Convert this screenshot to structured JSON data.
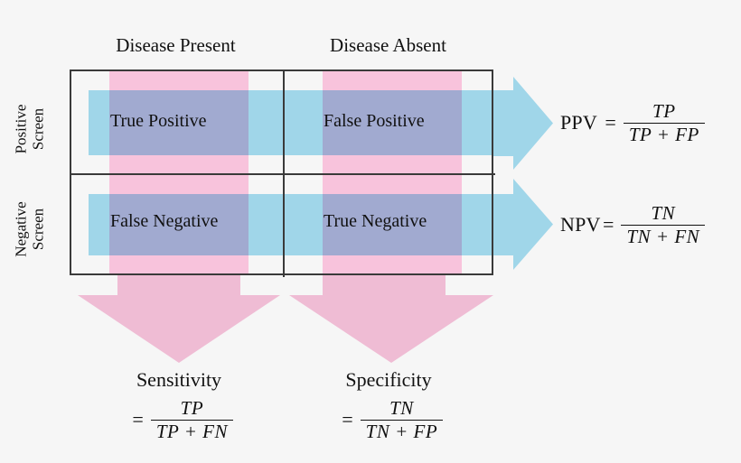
{
  "diagram": {
    "title": "Screening test 2x2 confusion matrix with derived metrics",
    "colors": {
      "background": "#f6f6f6",
      "pink": "#f8c3dc",
      "blue": "#a6def2",
      "overlap": "#a1b3df",
      "grid": "#3a3a3a",
      "text": "#111111"
    }
  },
  "column_headers": [
    {
      "label": "Disease Present"
    },
    {
      "label": "Disease Absent"
    }
  ],
  "row_headers": [
    {
      "line1": "Positive",
      "line2": "Screen"
    },
    {
      "line1": "Negative",
      "line2": "Screen"
    }
  ],
  "cells": [
    {
      "label": "True Positive"
    },
    {
      "label": "False Positive"
    },
    {
      "label": "False Negative"
    },
    {
      "label": "True Negative"
    }
  ],
  "right_metrics": [
    {
      "name": "PPV",
      "equals": "=",
      "numerator": "TP",
      "denominator": "TP + FP"
    },
    {
      "name": "NPV",
      "equals": "=",
      "numerator": "TN",
      "denominator": "TN + FN"
    }
  ],
  "bottom_metrics": [
    {
      "name": "Sensitivity",
      "equals": "=",
      "numerator": "TP",
      "denominator": "TP + FN"
    },
    {
      "name": "Specificity",
      "equals": "=",
      "numerator": "TN",
      "denominator": "TN + FP"
    }
  ],
  "arrows": [
    {
      "name": "ppv-arrow",
      "direction": "right"
    },
    {
      "name": "npv-arrow",
      "direction": "right"
    },
    {
      "name": "sensitivity-arrow",
      "direction": "down"
    },
    {
      "name": "specificity-arrow",
      "direction": "down"
    }
  ]
}
